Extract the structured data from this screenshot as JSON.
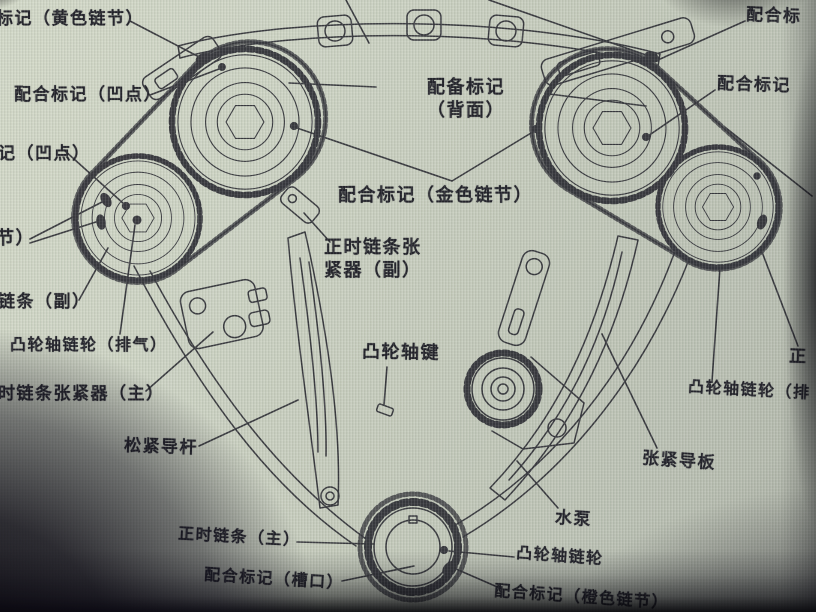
{
  "colors": {
    "paper": "#ccd2c3",
    "ink": "#26262e",
    "shadow": "#0a0a10"
  },
  "labels": {
    "yellow_link": "标记（黄色链节）",
    "dimple_upper": "配合标记（凹点）",
    "dimple_lower": "记（凹点）",
    "link_end": "节）",
    "chain_sub": "链条（副）",
    "cam_exhaust_left": "凸轮轴链轮（排气）",
    "tensioner_main": "时链条张紧器（主）",
    "slack_guide": "松紧导杆",
    "chain_main": "正时链条（主）",
    "notch_mark": "配合标记（槽口）",
    "equip_mark_l1": "配备标记",
    "equip_mark_l2": "（背面）",
    "gold_link": "配合标记（金色链节）",
    "tensioner_sub_l1": "正时链条张",
    "tensioner_sub_l2": "紧器（副）",
    "cam_key": "凸轮轴键",
    "mating_top_right": "配合标",
    "mating_right": "配合标记",
    "right_partial": "正",
    "cam_exhaust_right": "凸轮轴链轮（排",
    "tension_plate": "张紧导板",
    "water_pump": "水泵",
    "crank_sprocket": "凸轮轴链轮",
    "orange_link": "配合标记（橙色链节）"
  }
}
